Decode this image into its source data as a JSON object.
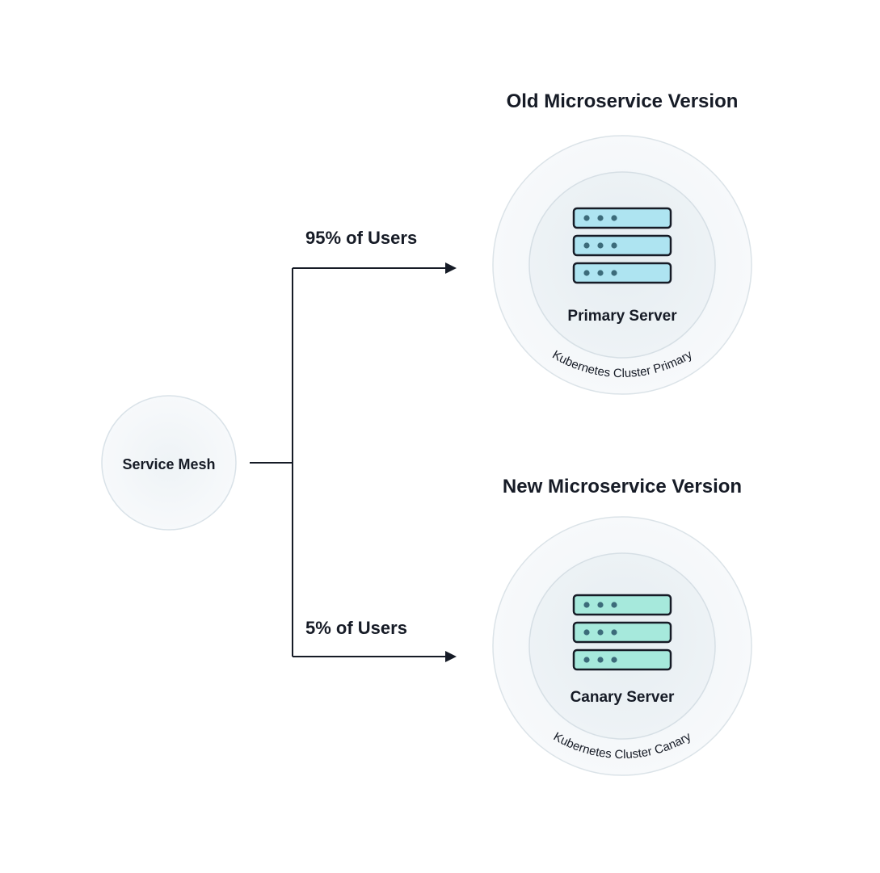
{
  "service_mesh": {
    "label": "Service Mesh"
  },
  "routes": [
    {
      "label": "95% of Users"
    },
    {
      "label": "5% of Users"
    }
  ],
  "clusters": [
    {
      "heading": "Old Microservice Version",
      "server_label": "Primary Server",
      "ring_label": "Kubernetes Cluster Primary",
      "server_color": "#aee4f1",
      "icon": "server-rack-icon"
    },
    {
      "heading": "New Microservice Version",
      "server_label": "Canary Server",
      "ring_label": "Kubernetes Cluster Canary",
      "server_color": "#a6e9dc",
      "icon": "server-rack-icon"
    }
  ],
  "colors": {
    "ink": "#161b26",
    "circle_fill": "#f3f6f8",
    "circle_stroke": "#d9e2e8"
  }
}
